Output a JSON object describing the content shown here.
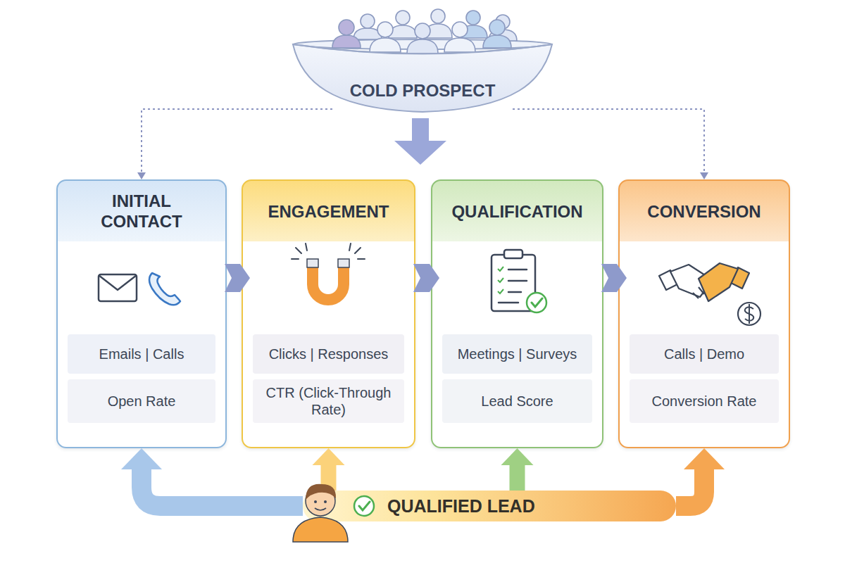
{
  "diagram": {
    "nodes": [
      {
        "text": [
          "COLD PROSPECT"
        ]
      },
      {
        "text": [
          "INITIAL CONTACT"
        ]
      },
      {
        "text": [
          "Emails | Calls"
        ],
        "in": 1
      },
      {
        "text": [
          "Open Rate"
        ],
        "in": 1
      },
      {
        "text": [
          "ENGAGEMENT"
        ]
      },
      {
        "text": [
          "Clicks | Responses"
        ],
        "in": 4
      },
      {
        "text": [
          "CTR (Click-Through Rate)"
        ],
        "in": 4
      },
      {
        "text": [
          "QUALIFICATION"
        ]
      },
      {
        "text": [
          "Meetings | Surveys"
        ],
        "in": 7
      },
      {
        "text": [
          "Lead Score"
        ],
        "in": 7
      },
      {
        "text": [
          "CONVERSION"
        ]
      },
      {
        "text": [
          "Calls | Demo"
        ],
        "in": 10
      },
      {
        "text": [
          "Conversion Rate"
        ],
        "in": 10
      },
      {
        "text": [
          "QUALIFIED LEAD"
        ]
      }
    ],
    "edges": [
      {
        "from": 1,
        "to": 4,
        "arrow": "to"
      },
      {
        "from": 4,
        "to": 7,
        "arrow": "to"
      },
      {
        "from": 7,
        "to": 10,
        "arrow": "to"
      },
      {
        "from": 0,
        "to": 1,
        "arrow": "to"
      },
      {
        "from": 0,
        "to": 10,
        "arrow": "to"
      },
      {
        "from": 13,
        "to": 1,
        "arrow": "to"
      },
      {
        "from": 13,
        "to": 4,
        "arrow": "to"
      },
      {
        "from": 13,
        "to": 7,
        "arrow": "to"
      },
      {
        "from": 13,
        "to": 10,
        "arrow": "to"
      }
    ]
  }
}
